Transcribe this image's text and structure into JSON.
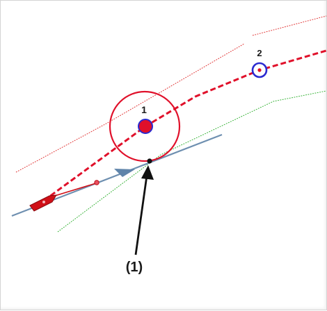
{
  "diagram": {
    "waypoint_1": {
      "label": "1",
      "color": "#e0102a"
    },
    "waypoint_2": {
      "label": "2",
      "color": "#2a2ad0"
    },
    "callout": {
      "label": "(1)"
    },
    "colors": {
      "route": "#e0102a",
      "boundary_left": "#e03030",
      "boundary_right": "#30b030",
      "heading_line": "#6e8fb0",
      "arrow": "#111111",
      "vessel": "#d01018"
    }
  }
}
